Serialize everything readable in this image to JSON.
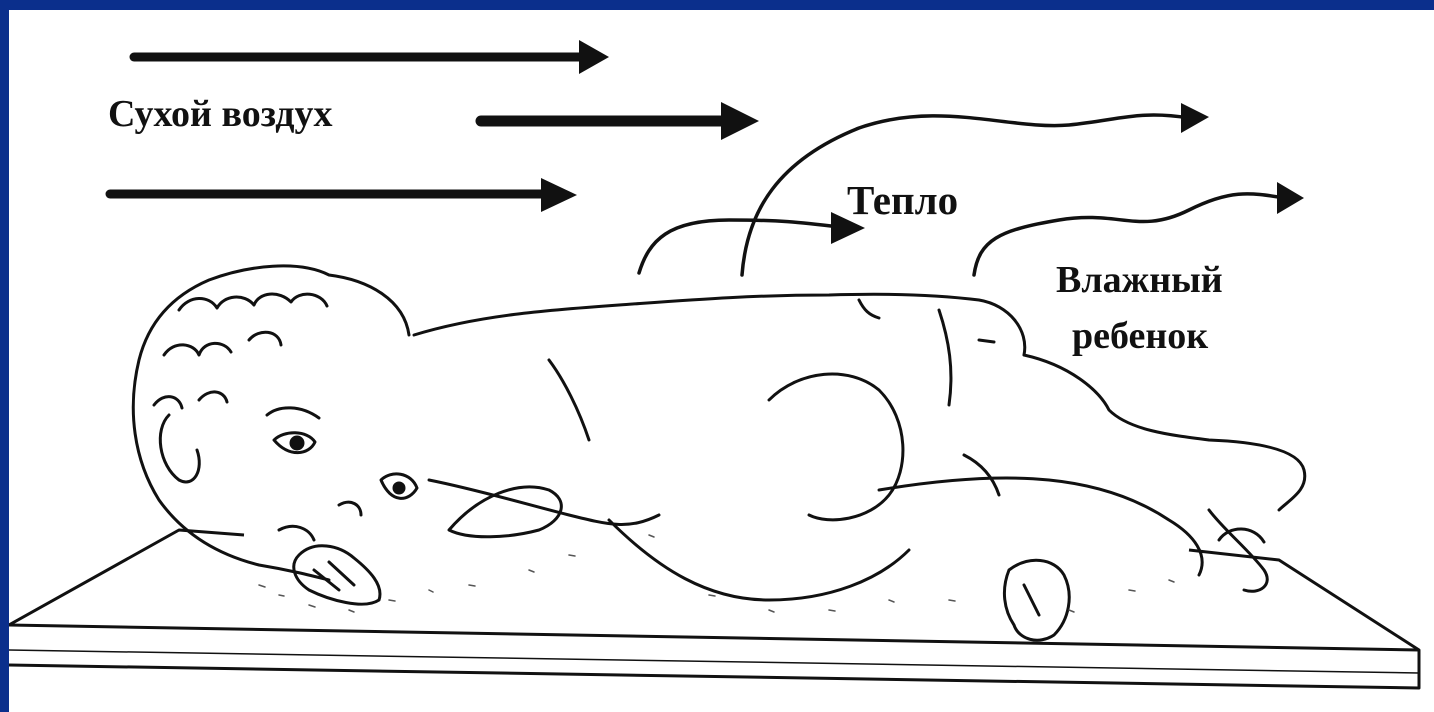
{
  "labels": {
    "dry_air": "Сухой воздух",
    "heat": "Тепло",
    "wet_baby_line1": "Влажный",
    "wet_baby_line2": "ребенок"
  },
  "colors": {
    "frame": "#0b2f8c",
    "background": "#ffffff",
    "ink": "#111111"
  },
  "icons": [
    "dry-air-arrow",
    "heat-flow-arrow",
    "baby-illustration",
    "table-surface"
  ]
}
